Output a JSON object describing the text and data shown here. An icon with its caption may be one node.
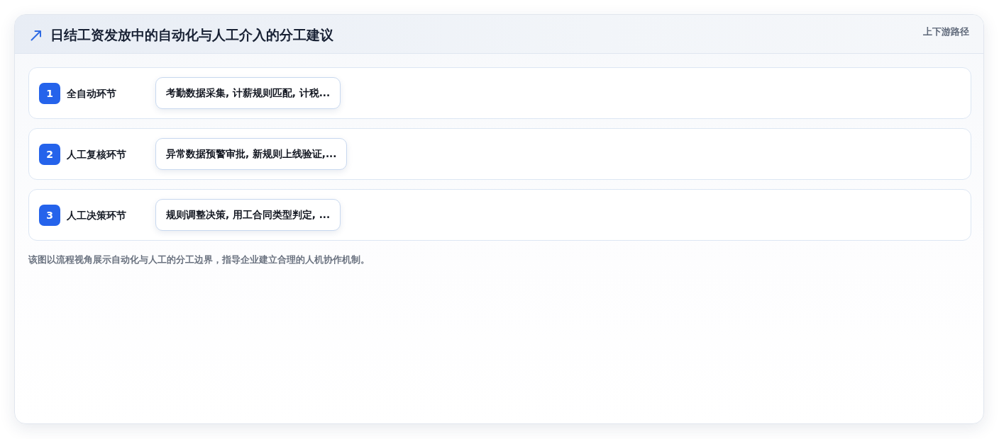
{
  "diagram": {
    "title": "日结工资发放中的自动化与人工介入的分工建议",
    "nodes": [
      {
        "text": [
          "全自动环节"
        ]
      },
      {
        "text": [
          "1"
        ],
        "in": 0
      },
      {
        "text": [
          "考勤数据采集, 计薪规则匹配, 计税..."
        ],
        "in": 0
      },
      {
        "text": [
          "人工复核环节"
        ]
      },
      {
        "text": [
          "2"
        ],
        "in": 3
      },
      {
        "text": [
          "异常数据预警审批, 新规则上线验证,..."
        ],
        "in": 3
      },
      {
        "text": [
          "人工决策环节"
        ]
      },
      {
        "text": [
          "3"
        ],
        "in": 6
      },
      {
        "text": [
          "规则调整决策, 用工合同类型判定, ..."
        ],
        "in": 6
      }
    ],
    "edges": [],
    "labels": [
      "上下游路径"
    ],
    "caption": "该图以流程视角展示自动化与人工的分工边界，指导企业建立合理的人机协作机制。"
  }
}
